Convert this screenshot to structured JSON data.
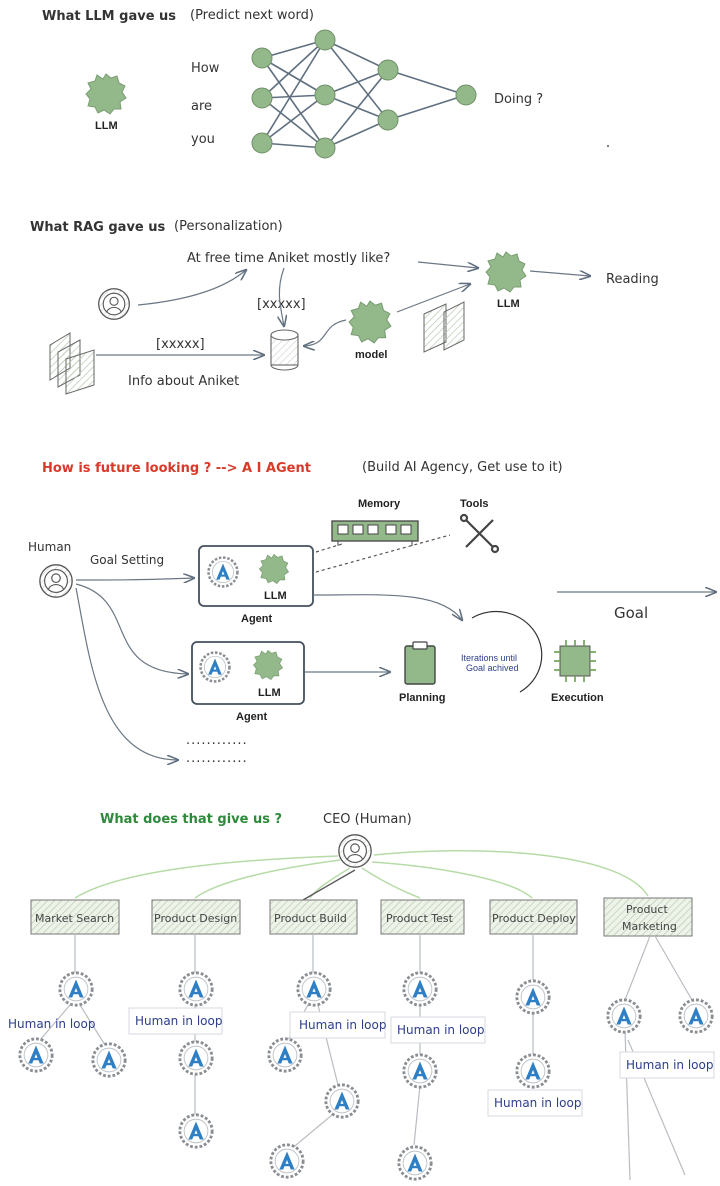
{
  "section1": {
    "title": "What LLM gave us",
    "subtitle": "(Predict next word)",
    "llm_label": "LLM",
    "inputs": [
      "How",
      "are",
      "you"
    ],
    "output": "Doing ?"
  },
  "section2": {
    "title": "What RAG gave us",
    "subtitle": "(Personalization)",
    "question": "At free time Aniket mostly like?",
    "placeholder_top": "[xxxxx]",
    "placeholder_left": "[xxxxx]",
    "info_label": "Info about Aniket",
    "model_label": "model",
    "llm_label": "LLM",
    "output": "Reading"
  },
  "section3": {
    "title": "How is future looking ? --> A I AGent",
    "subtitle": "(Build AI Agency, Get use to it)",
    "human_label": "Human",
    "goal_setting": "Goal Setting",
    "memory_label": "Memory",
    "tools_label": "Tools",
    "agent_label": "Agent",
    "llm_label": "LLM",
    "goal_label": "Goal",
    "planning_label": "Planning",
    "iterations_line1": "Iterations until",
    "iterations_line2": "Goal achived",
    "execution_label": "Execution",
    "dotted_1": "............",
    "dotted_2": "............"
  },
  "section4": {
    "title": "What does that give us ?",
    "ceo_label": "CEO (Human)",
    "departments": [
      {
        "label_1": "Market Search",
        "label_2": ""
      },
      {
        "label_1": "Product Design",
        "label_2": ""
      },
      {
        "label_1": "Product Build",
        "label_2": ""
      },
      {
        "label_1": "Product Test",
        "label_2": ""
      },
      {
        "label_1": "Product Deploy",
        "label_2": ""
      },
      {
        "label_1": "Product",
        "label_2": "Marketing"
      }
    ],
    "human_in_loop": "Human in loop",
    "agent_glyph": "A"
  },
  "colors": {
    "node_green": "#93b88a",
    "red_title": "#d83a2a",
    "green_title": "#2d8a3a",
    "agent_blue": "#2f7fc4",
    "hloop_blue": "#2d3e8c"
  }
}
